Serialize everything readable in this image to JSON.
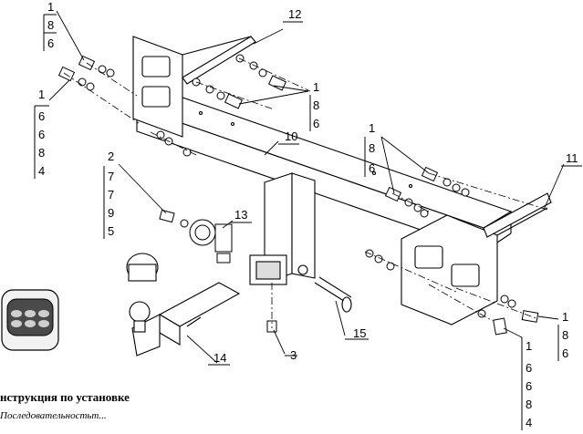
{
  "callouts": {
    "c1": [
      "1",
      "8",
      "6"
    ],
    "c2": [
      "1",
      "6",
      "6",
      "8",
      "4"
    ],
    "c3": [
      "12"
    ],
    "c4": [
      "1",
      "8",
      "6"
    ],
    "c5": [
      "10"
    ],
    "c6": [
      "1",
      "8",
      "6"
    ],
    "c7": [
      "11"
    ],
    "c8": [
      "2",
      "7",
      "7",
      "9",
      "5"
    ],
    "c9": [
      "13"
    ],
    "c10": [
      "15"
    ],
    "c11": [
      "14"
    ],
    "c12": [
      "3"
    ],
    "c13": [
      "1",
      "8",
      "6"
    ],
    "c14": [
      "1",
      "6",
      "6",
      "8",
      "4"
    ]
  },
  "caption": {
    "title": "нструкция по установке",
    "subtitle": "Последовательностьm..."
  }
}
